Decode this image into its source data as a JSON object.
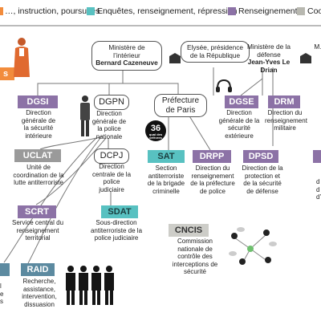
{
  "legend": {
    "items": [
      {
        "label": "…, instruction, poursuites",
        "color": "#f28c3c"
      },
      {
        "label": "Enquêtes, renseignement, répression",
        "color": "#58c1c1"
      },
      {
        "label": "Renseignement",
        "color": "#8c72a6"
      },
      {
        "label": "Coo…",
        "color": "#b8b8b0"
      }
    ]
  },
  "headers": {
    "interieur": {
      "title": "Ministère de l’intérieur",
      "person": "Bernard Cazeneuve"
    },
    "elysee": {
      "title": "Elysée, présidence de la République"
    },
    "defense": {
      "title": "Ministère de la défense",
      "person": "Jean-Yves Le Drian"
    },
    "right_edge": {
      "title": "M…"
    }
  },
  "orgs": {
    "dgsi": {
      "tag": "DGSI",
      "desc": "Direction générale de la sécurité intérieure"
    },
    "dgpn": {
      "tag": "DGPN",
      "desc": "Direction générale de la police nationale"
    },
    "prefecture": {
      "tag": "Préfecture de Paris"
    },
    "dgse": {
      "tag": "DGSE",
      "desc": "Direction générale de la sécurité extérieure"
    },
    "drm": {
      "tag": "DRM",
      "desc": "Direction du renseignement militaire"
    },
    "uclat": {
      "tag": "UCLAT",
      "desc": "Unité de coordination de la lutte antiterroriste"
    },
    "dcpj": {
      "tag": "DCPJ",
      "desc": "Direction centrale de la police judiciaire"
    },
    "sat": {
      "tag": "SAT",
      "desc": "Section antiterroriste de la brigade criminelle"
    },
    "drpp": {
      "tag": "DRPP",
      "desc": "Direction du renseignement de la préfecture de police"
    },
    "dpsd": {
      "tag": "DPSD",
      "desc": "Direction de la protection et de la sécurité de défense"
    },
    "scrt": {
      "tag": "SCRT",
      "desc": "Service central du renseignement territorial"
    },
    "sdat": {
      "tag": "SDAT",
      "desc": "Sous-direction antiterroriste de la police judiciaire"
    },
    "cncis": {
      "tag": "CNCIS",
      "desc": "Commission nationale de contrôle des interceptions de sécurité"
    },
    "raid": {
      "tag": "RAID",
      "desc": "Recherche, assistance, intervention, dissuasion"
    }
  },
  "badge36": {
    "number": "36",
    "caption": "quai des orfèvres"
  },
  "partial_right": {
    "desc1": "d",
    "desc2": "d",
    "desc3": "d’"
  },
  "partial_left": {
    "desc1": "l",
    "desc2": "e",
    "desc3": "s"
  },
  "colors": {
    "purple": "#8c72a6",
    "teal": "#58c1c1",
    "gray": "#9a9a9a",
    "orange": "#f28c3c",
    "steel": "#5c8aa0"
  }
}
